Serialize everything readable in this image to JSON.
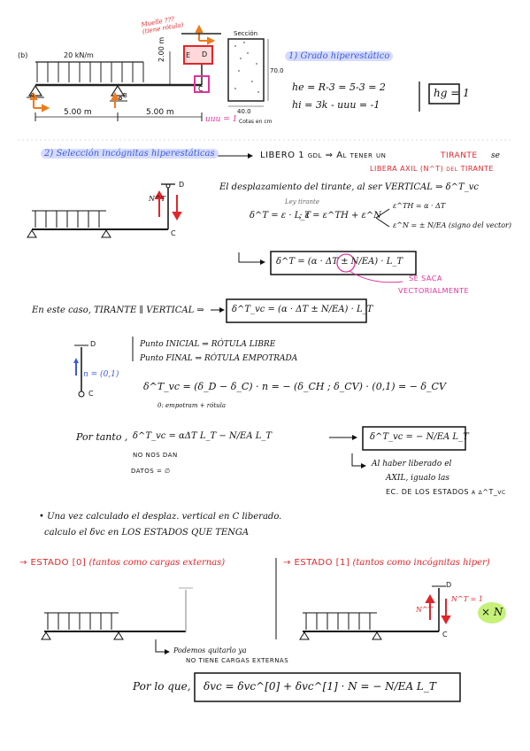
{
  "top_figure": {
    "label_b": "(b)",
    "load": "20 kN/m",
    "support_a": "A",
    "support_b": "B",
    "point_c": "C",
    "point_d": "D",
    "point_e": "E",
    "dim_left": "5.00 m",
    "dim_right": "5.00 m",
    "dim_vert": "2.00 m",
    "note_muelle": "Muelle ???\n(tiene rótula)",
    "seccion_title": "Sección",
    "seccion_dim_h": "70.0",
    "seccion_dim_w": "40.0",
    "seccion_caption": "Cotas en cm",
    "uuu": "uuu = 1"
  },
  "section1": {
    "title": "1) Grado hiperestático",
    "he": "he = R-3 = 5-3 = 2",
    "hi": "hi = 3k - uuu = -1",
    "hg": "hg = 1"
  },
  "section2": {
    "title": "2) Selección incógnitas hiperestáticas",
    "libero": "LIBERO  1  gdl ⇒ Al tener un",
    "tirante_word": "TIRANTE",
    "se": "se",
    "libera_axil": "LIBERA AXIL (N^T) del TIRANTE",
    "desplaz_line": "El desplazamiento del tirante, al ser VERTICAL ⇒ δ^T_vc",
    "ley_tirante": "Ley tirante",
    "delta_eq": "δ^T = ε · L_T",
    "eps_eq": ";  ε = ε^TH + ε^N",
    "eps_th": "ε^TH = α · ΔT",
    "eps_n": "ε^N = ± N/EA  (signo del vector)",
    "boxed_delta": "δ^T = (α · ΔT ± N/EA) · L_T",
    "se_saca": "SE SACA",
    "vectorialmente": "VECTORIALMENTE",
    "n_label": "N^T",
    "d_label": "D",
    "c_label": "C",
    "en_este": "En este caso, TIRANTE ∥ VERTICAL ⇒",
    "boxed_vc": "δ^T_vc = (α · ΔT ± N/EA) · L_T",
    "punto_inicial": "Punto INICIAL ⇒ RÓTULA LIBRE",
    "punto_final": "Punto FINAL ⇒ RÓTULA EMPOTRADA",
    "vector_n": "n = (0,1)",
    "dot_eq": "δ^T_vc = (δ_D − δ_C) · n  =  − (δ_CH ; δ_CV) · (0,1)  =  − δ_CV",
    "zero_note": "0: empotram + rótula",
    "por_tanto": "Por tanto ,",
    "por_tanto_eq": "δ^T_vc = αΔT L_T  −  N/EA L_T",
    "no_dan": "NO NOS DAN",
    "datos": "DATOS = ∅",
    "boxed_final": "δ^T_vc = − N/EA L_T",
    "al_haber_1": "Al haber liberado el",
    "al_haber_2": "AXIL, igualo las",
    "al_haber_3": "EC. DE LOS ESTADOS a δ^T_vc",
    "bullet_1": "• Una vez calculado el desplaz. vertical en C liberado.",
    "bullet_2": "calculo el δvc en LOS ESTADOS QUE TENGA"
  },
  "estados": {
    "estado0": "→ ESTADO [0]",
    "estado0_desc": "(tantos como cargas externas)",
    "estado1": "→ ESTADO [1]",
    "estado1_desc": "(tantos como incógnitas hiper)",
    "quitarlo_1": "Podemos quitarlo ya",
    "quitarlo_2": "NO TIENE CARGAS EXTERNAS",
    "nt_eq": "N^T = 1",
    "nt": "N^T",
    "xn": "× N",
    "c": "C",
    "d": "D"
  },
  "final": {
    "por_lo_que": "Por lo que,",
    "equation": "δvc  =  δvc^[0]  +  δvc^[1] · N  =  − N/EA L_T"
  },
  "colors": {
    "red": "#e0262b",
    "pink": "#e0339a",
    "blue": "#3d5bd9",
    "orange": "#f07a1a",
    "green_hl": "#c6f07a"
  }
}
